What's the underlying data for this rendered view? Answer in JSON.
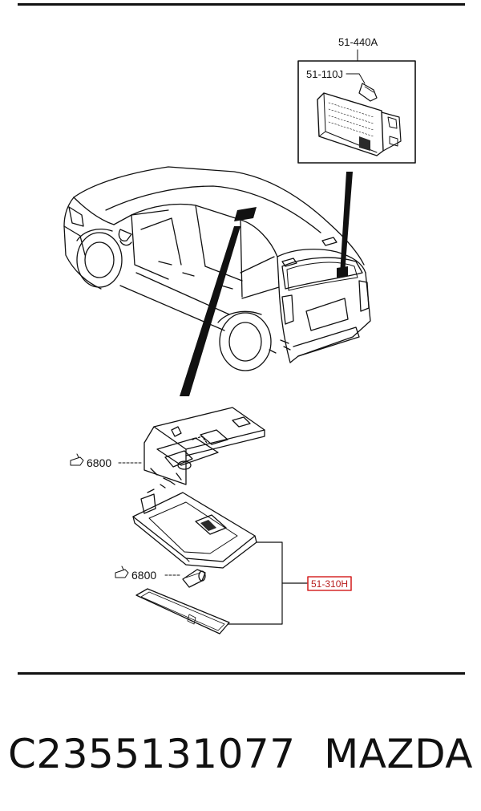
{
  "callouts": {
    "inset_part": "51-440A",
    "bulb_in_inset": "51-110J",
    "screw_ref_upper": "6800",
    "screw_ref_lower": "6800",
    "assembly_part": "51-310H"
  },
  "footer": {
    "part_number": "C2355131077",
    "brand": "MAZDA"
  },
  "colors": {
    "line": "#111111",
    "highlight": "#d62828",
    "shade": "#2a2a2a"
  },
  "icons": {
    "screw_ref": "hand-pointer-icon"
  }
}
